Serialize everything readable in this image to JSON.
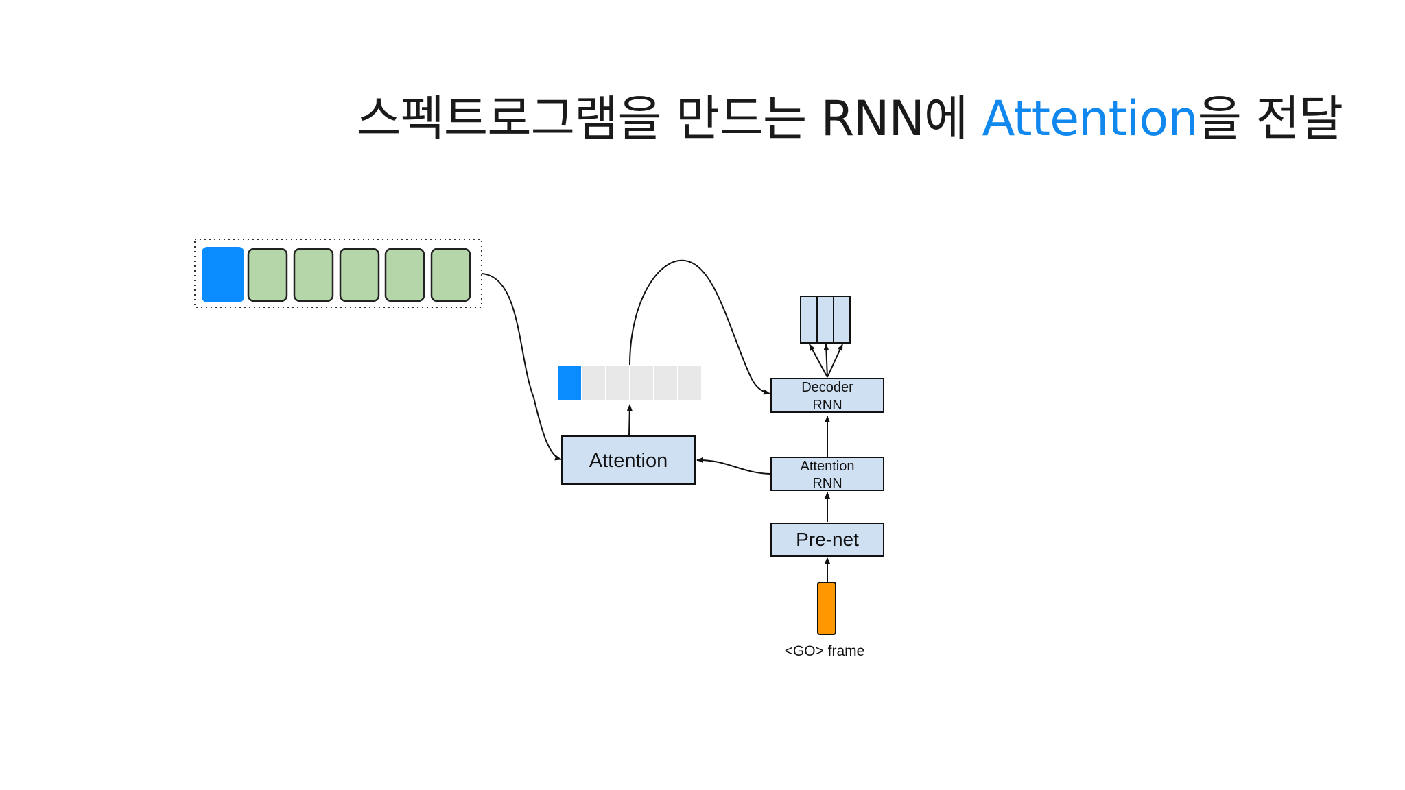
{
  "title": {
    "part1": "스펙트로그램을 만드는 RNN에 ",
    "highlight": "Attention",
    "part2": "을 전달"
  },
  "colors": {
    "accent": "#1188ee",
    "encoder_active": "#0a8cff",
    "encoder_cell": "#b4d6a8",
    "attention_weight": "#e8e8e8",
    "module_fill": "#cfe0f3",
    "go_frame": "#ff9800"
  },
  "diagram": {
    "attention_label": "Attention",
    "decoder_rnn_line1": "Decoder",
    "decoder_rnn_line2": "RNN",
    "attention_rnn_line1": "Attention",
    "attention_rnn_line2": "RNN",
    "prenet_label": "Pre-net",
    "go_frame_label": "<GO> frame"
  }
}
